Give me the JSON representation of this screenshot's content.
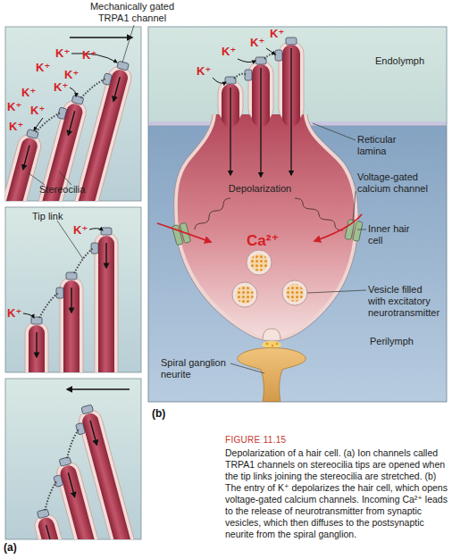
{
  "diagram": {
    "title": "FIGURE 11.15",
    "caption": "Depolarization of a hair cell. (a) Ion channels called TRPA1 channels on stereocilia tips are opened when the tip links joining the stereocilia are stretched. (b) The entry of K⁺ depolarizes the hair cell, which opens voltage-gated calcium channels. Incoming Ca²⁺ leads to the release of neurotransmitter from synaptic vesicles, which then diffuses to the postsynaptic neurite from the spiral ganglion.",
    "labels": [
      "Mechanically gated TRPA1 channel",
      "K⁺",
      "K⁺",
      "K⁺",
      "K⁺",
      "K⁺",
      "K⁺",
      "K⁺",
      "K⁺",
      "K⁺",
      "Stereocilia",
      "Tip link",
      "K⁺",
      "K⁺",
      "(a)",
      "K⁺",
      "K⁺",
      "K⁺",
      "K⁺",
      "Endolymph",
      "Reticular lamina",
      "Depolarization",
      "Voltage-gated calcium channel",
      "Ca²⁺",
      "Inner hair cell",
      "Vesicle filled with excitatory neurotransmitter",
      "Perilymph",
      "Spiral ganglion neurite",
      "(b)"
    ]
  }
}
